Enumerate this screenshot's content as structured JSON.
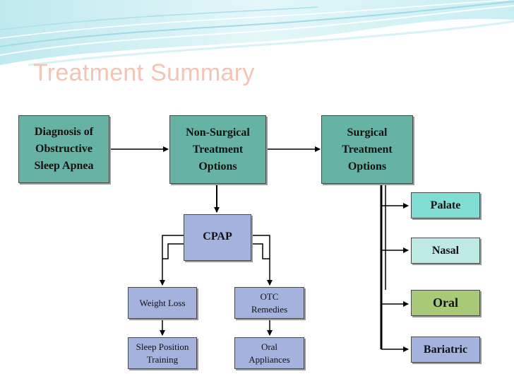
{
  "slide": {
    "title": "Treatment Summary"
  },
  "nodes": {
    "diagnosis": "Diagnosis of\nObstructive\nSleep Apnea",
    "non_surgical": "Non-Surgical\nTreatment\nOptions",
    "surgical": "Surgical\nTreatment\nOptions",
    "cpap": "CPAP",
    "weight_loss": "Weight Loss",
    "otc_remedies": "OTC\nRemedies",
    "sleep_position": "Sleep Position\nTraining",
    "oral_appliances": "Oral\nAppliances",
    "palate": "Palate",
    "nasal": "Nasal",
    "oral": "Oral",
    "bariatric": "Bariatric"
  },
  "colors": {
    "primary_box": "#66b2a4",
    "secondary_box": "#a4b3de",
    "palate_box": "#7fddd3",
    "nasal_box": "#bdebe3",
    "oral_box": "#a7c978",
    "title_text": "#f2c4b4"
  }
}
